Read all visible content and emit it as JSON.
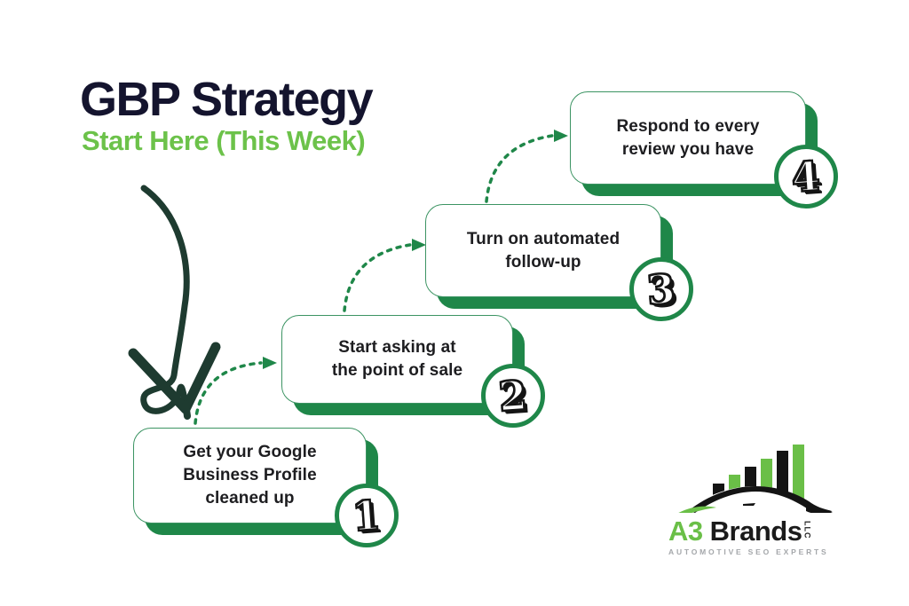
{
  "header": {
    "title": "GBP Strategy",
    "subtitle": "Start Here (This Week)"
  },
  "steps": [
    {
      "number": "1",
      "label": "Get your Google\nBusiness Profile\ncleaned up"
    },
    {
      "number": "2",
      "label": "Start asking at\nthe point of sale"
    },
    {
      "number": "3",
      "label": "Turn on automated\nfollow-up"
    },
    {
      "number": "4",
      "label": "Respond to every\nreview you have"
    }
  ],
  "logo": {
    "name_primary": "A3",
    "name_secondary": "Brands",
    "name_suffix": "LLC",
    "tagline": "AUTOMOTIVE SEO EXPERTS"
  },
  "colors": {
    "accent_green": "#1f8749",
    "light_green": "#6cc24a",
    "logo_green": "#6abf47",
    "title_navy": "#14142e",
    "hand_arrow_green": "#1e3b30",
    "tagline_gray": "#a4a7aa"
  }
}
